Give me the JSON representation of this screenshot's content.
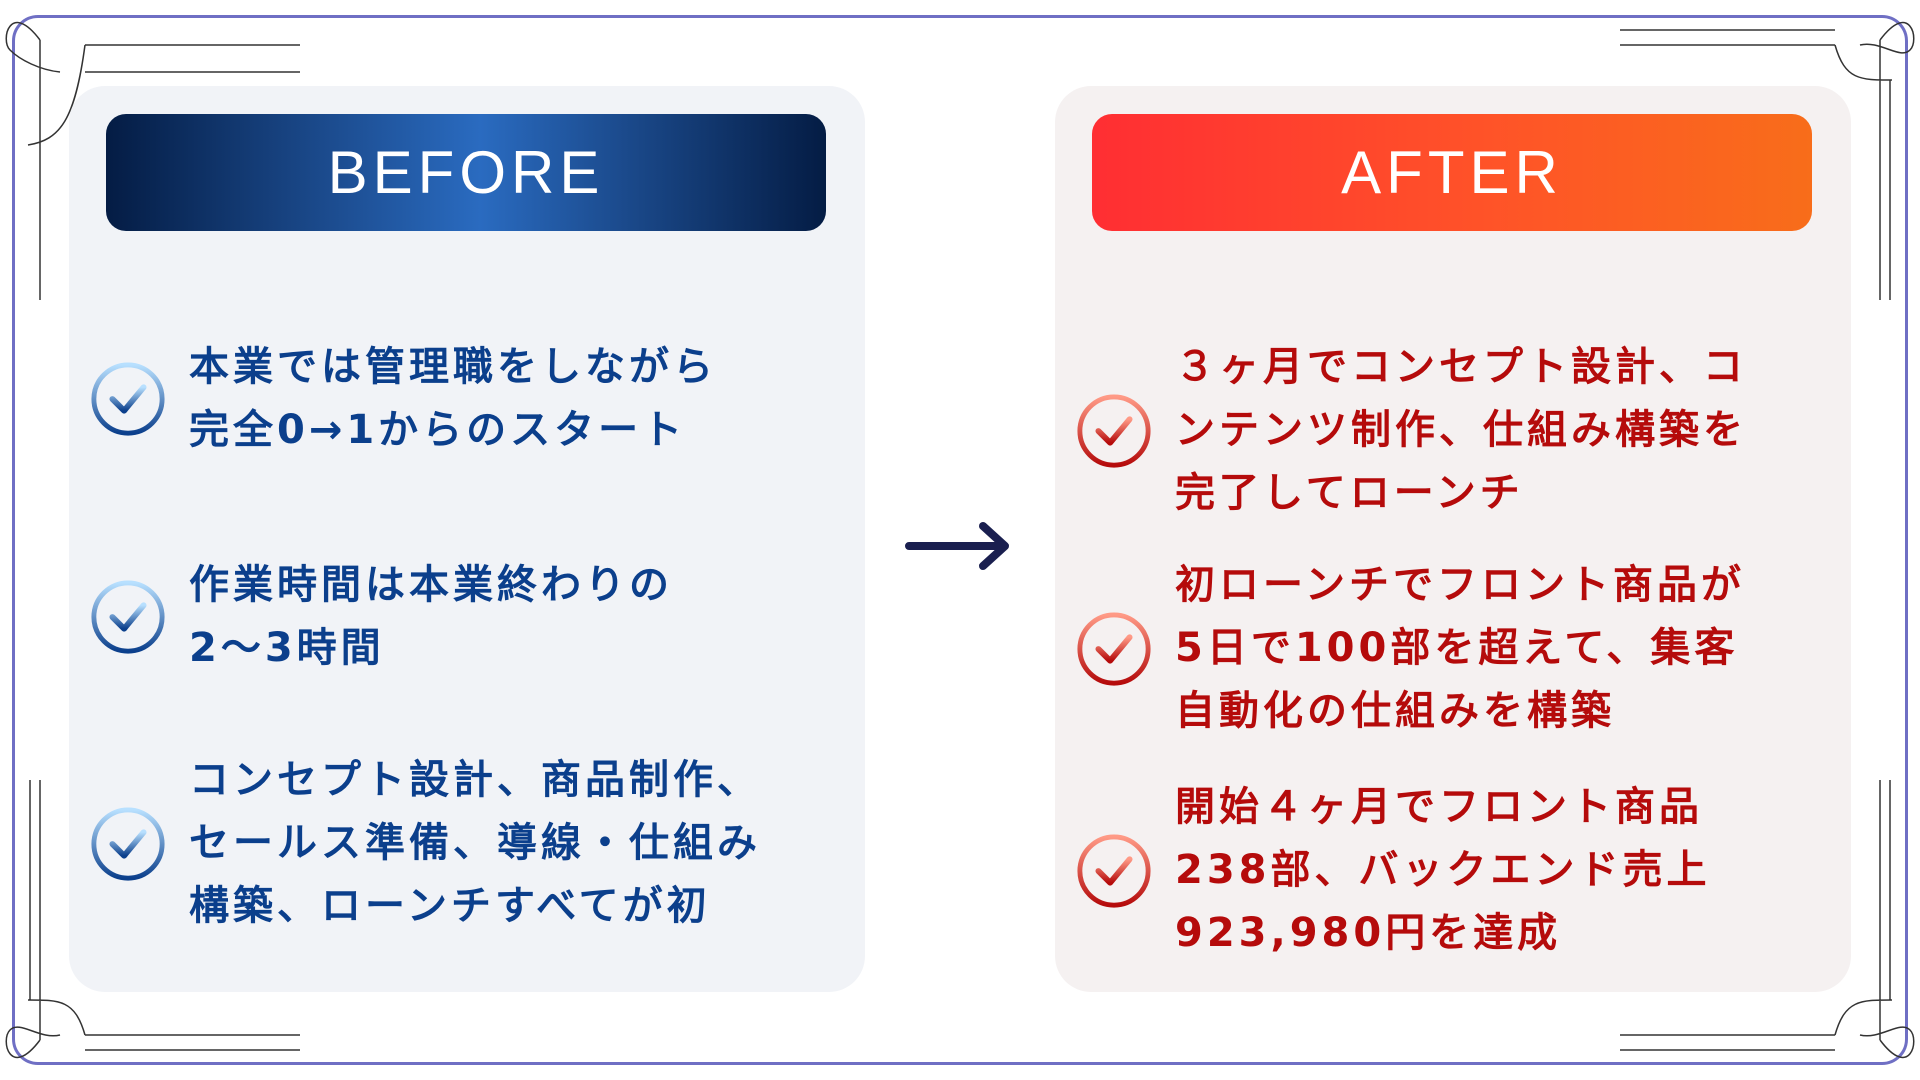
{
  "before": {
    "title": "BEFORE",
    "items": [
      {
        "lines": [
          "本業では管理職をしながら",
          "完全0→1からのスタート"
        ]
      },
      {
        "lines": [
          "作業時間は本業終わりの",
          "2〜3時間"
        ]
      },
      {
        "lines": [
          "コンセプト設計、商品制作、",
          "セールス準備、導線・仕組み",
          "構築、ローンチすべてが初"
        ]
      }
    ]
  },
  "after": {
    "title": "AFTER",
    "items": [
      {
        "lines": [
          "３ヶ月でコンセプト設計、コ",
          "ンテンツ制作、仕組み構築を",
          "完了してローンチ"
        ]
      },
      {
        "lines": [
          "初ローンチでフロント商品が",
          "5日で100部を超えて、集客",
          "自動化の仕組みを構築"
        ]
      },
      {
        "lines": [
          "開始４ヶ月でフロント商品",
          "238部、バックエンド売上",
          "923,980円を達成"
        ]
      }
    ]
  },
  "colors": {
    "before_text": "#0b3f8c",
    "after_text": "#b50b0b",
    "frame": "#6f6fc4",
    "arrow": "#1a1f4f"
  }
}
